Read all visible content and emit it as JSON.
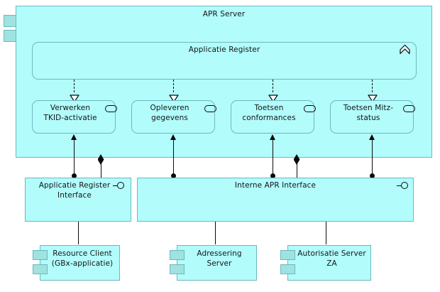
{
  "diagram": {
    "title": "APR Server",
    "notation": "UML/ArchiMate component diagram",
    "colors": {
      "node_fill": "#b2fcfc",
      "node_border": "#6fb7bd",
      "tab_fill": "#9fe3e0",
      "line": "#0a0a0a",
      "text": "#141414",
      "background": "#ffffff"
    }
  },
  "apr_server": {
    "label": "APR Server",
    "icon": "component-icon"
  },
  "applicatie_register": {
    "label": "Applicatie Register",
    "icon": "function-chevron-icon"
  },
  "services": [
    {
      "label": "Verwerken\nTKID-activatie",
      "icon": "service-oval-icon"
    },
    {
      "label": "Opleveren\ngegevens",
      "icon": "service-oval-icon"
    },
    {
      "label": "Toetsen\nconformances",
      "icon": "service-oval-icon"
    },
    {
      "label": "Toetsen Mitz-\nstatus",
      "icon": "service-oval-icon"
    }
  ],
  "interfaces": [
    {
      "label": "Applicatie Register\nInterface",
      "icon": "lollipop-icon"
    },
    {
      "label": "Interne APR Interface",
      "icon": "lollipop-icon"
    }
  ],
  "components": [
    {
      "label": "Resource Client\n(GBx-applicatie)",
      "icon": "component-icon"
    },
    {
      "label": "Adressering\nServer",
      "icon": "component-icon"
    },
    {
      "label": "Autorisatie Server\nZA",
      "icon": "component-icon"
    }
  ],
  "connector_types": {
    "realization": "dashed line with hollow triangle arrowhead",
    "composition": "filled diamond",
    "assembly": "ball-and-socket",
    "dependency": "solid line with open arrowhead"
  }
}
